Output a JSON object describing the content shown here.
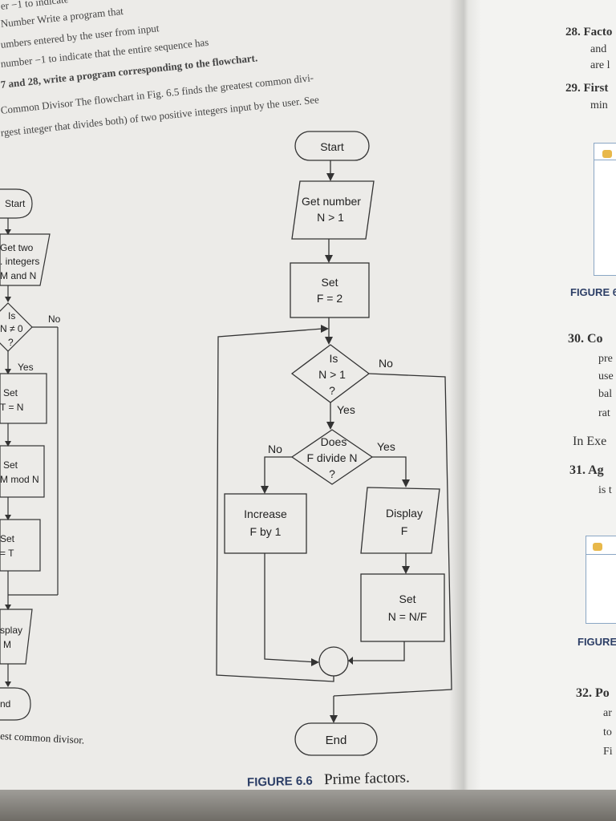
{
  "header_lines": [
    "er −1 to indicate",
    "Number   Write a program that",
    "umbers entered by the user from input",
    "number −1 to indicate that the entire sequence has",
    "7 and 28, write a program corresponding to the flowchart.",
    "Common Divisor   The flowchart in Fig. 6.5 finds the greatest common divi-",
    "rgest integer that divides both) of two positive integers input by the user. See"
  ],
  "left_flowchart": {
    "start": "Start",
    "get": [
      "Get two",
      ". integers",
      "M and N"
    ],
    "decision": [
      "Is",
      "N ≠ 0",
      "?"
    ],
    "no": "No",
    "yes": "Yes",
    "set1": [
      "Set",
      "T = N"
    ],
    "set2": [
      "Set",
      "M mod N"
    ],
    "set3": [
      "Set",
      "= T"
    ],
    "display": [
      "splay",
      "M"
    ],
    "end": "nd",
    "caption": "est common divisor."
  },
  "flowchart": {
    "start": "Start",
    "get_number": [
      "Get number",
      "N > 1"
    ],
    "set_f": [
      "Set",
      "F = 2"
    ],
    "decision1": [
      "Is",
      "N > 1",
      "?"
    ],
    "decision1_no": "No",
    "decision1_yes": "Yes",
    "decision2": [
      "Does",
      "F divide N",
      "?"
    ],
    "decision2_no": "No",
    "decision2_yes": "Yes",
    "increase": [
      "Increase",
      "F by 1"
    ],
    "display": [
      "Display",
      "F"
    ],
    "set_n": [
      "Set",
      "N = N/F"
    ],
    "end": "End"
  },
  "figure_caption": {
    "label": "FIGURE 6.6",
    "title": "Prime factors."
  },
  "right_page": {
    "item28": [
      "28. Facto",
      "and",
      "are l"
    ],
    "item29": [
      "29. First",
      "min"
    ],
    "figure_a": "FIGURE 6",
    "item30": [
      "30. Co",
      "pre",
      "use",
      "bal",
      "rat"
    ],
    "in_exe": "In Exe",
    "item31": [
      "31. Ag",
      "is t"
    ],
    "figure_b": "FIGURE",
    "item32": [
      "32. Po",
      "ar",
      "to",
      "Fi"
    ]
  },
  "colors": {
    "paper": "#ecebe8",
    "ink": "#222222",
    "caption_blue": "#2c3e66",
    "window_border": "#8aa6c4"
  }
}
